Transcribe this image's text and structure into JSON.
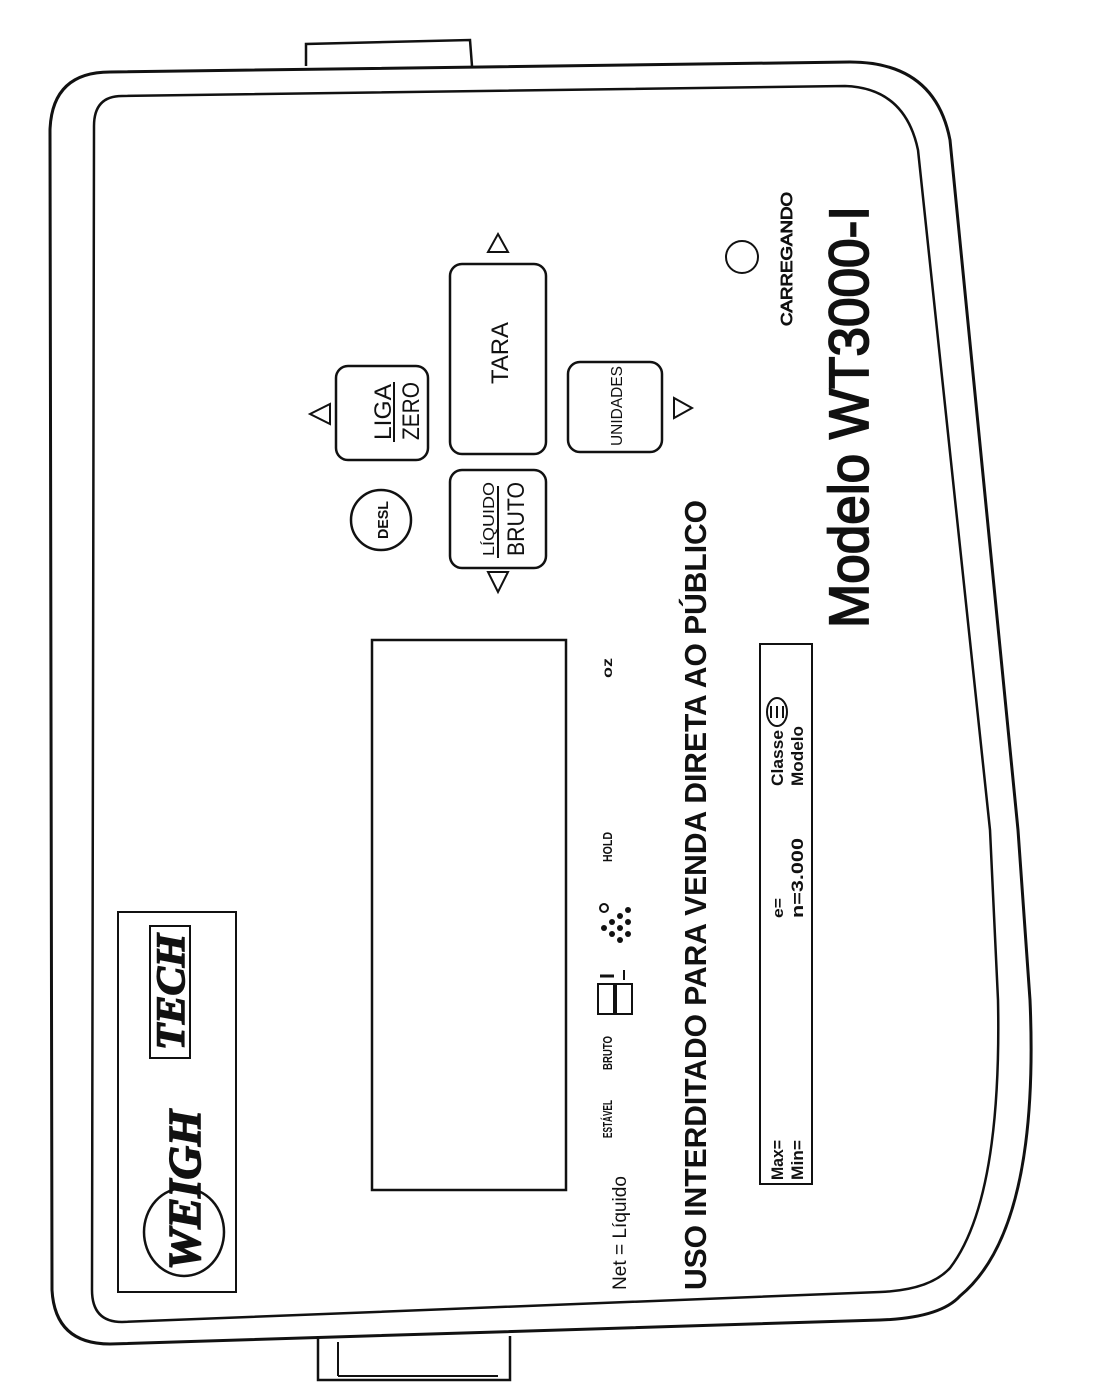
{
  "brand": {
    "weigh": "WEIGH",
    "tech": "TECH"
  },
  "indicators": {
    "net": "Net = Líquido",
    "stable": "ESTÁVEL",
    "gross": "BRUTO",
    "hold": "HOLD",
    "oz": "oz"
  },
  "keys": {
    "desl": "DESL",
    "liga": "LIGA",
    "zero": "ZERO",
    "liquido": "LÍQUIDO",
    "bruto": "BRUTO",
    "tara": "TARA",
    "unidades": "UNIDADES"
  },
  "warning": "USO INTERDITADO PARA VENDA DIRETA AO PÚBLICO",
  "rating_plate": {
    "max": "Max=",
    "min": "Min=",
    "e": "e=",
    "n": "n=3.000",
    "classe": "Classe",
    "class_symbol": "III",
    "modelo": "Modelo"
  },
  "charging": "CARREGANDO",
  "model": "Modelo WT3000-I",
  "colors": {
    "ink": "#111111",
    "paper": "#ffffff"
  },
  "icons": [
    "charging-led-icon",
    "arrow-up-icon",
    "arrow-down-icon",
    "arrow-left-icon",
    "arrow-right-icon",
    "battery-icon",
    "signal-dots-icon"
  ]
}
